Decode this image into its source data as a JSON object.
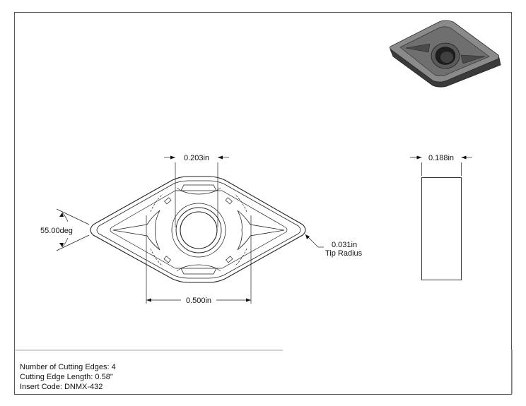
{
  "dimensions": {
    "center_bore_width": "0.203in",
    "thickness": "0.188in",
    "included_angle": "55.00deg",
    "tip_radius_value": "0.031in",
    "tip_radius_label": "Tip Radius",
    "overall_width": "0.500in"
  },
  "specs": {
    "cutting_edges": "Number of Cutting Edges: 4",
    "edge_length": "Cutting Edge Length: 0.58\"",
    "insert_code": "Insert Code: DNMX-432"
  }
}
